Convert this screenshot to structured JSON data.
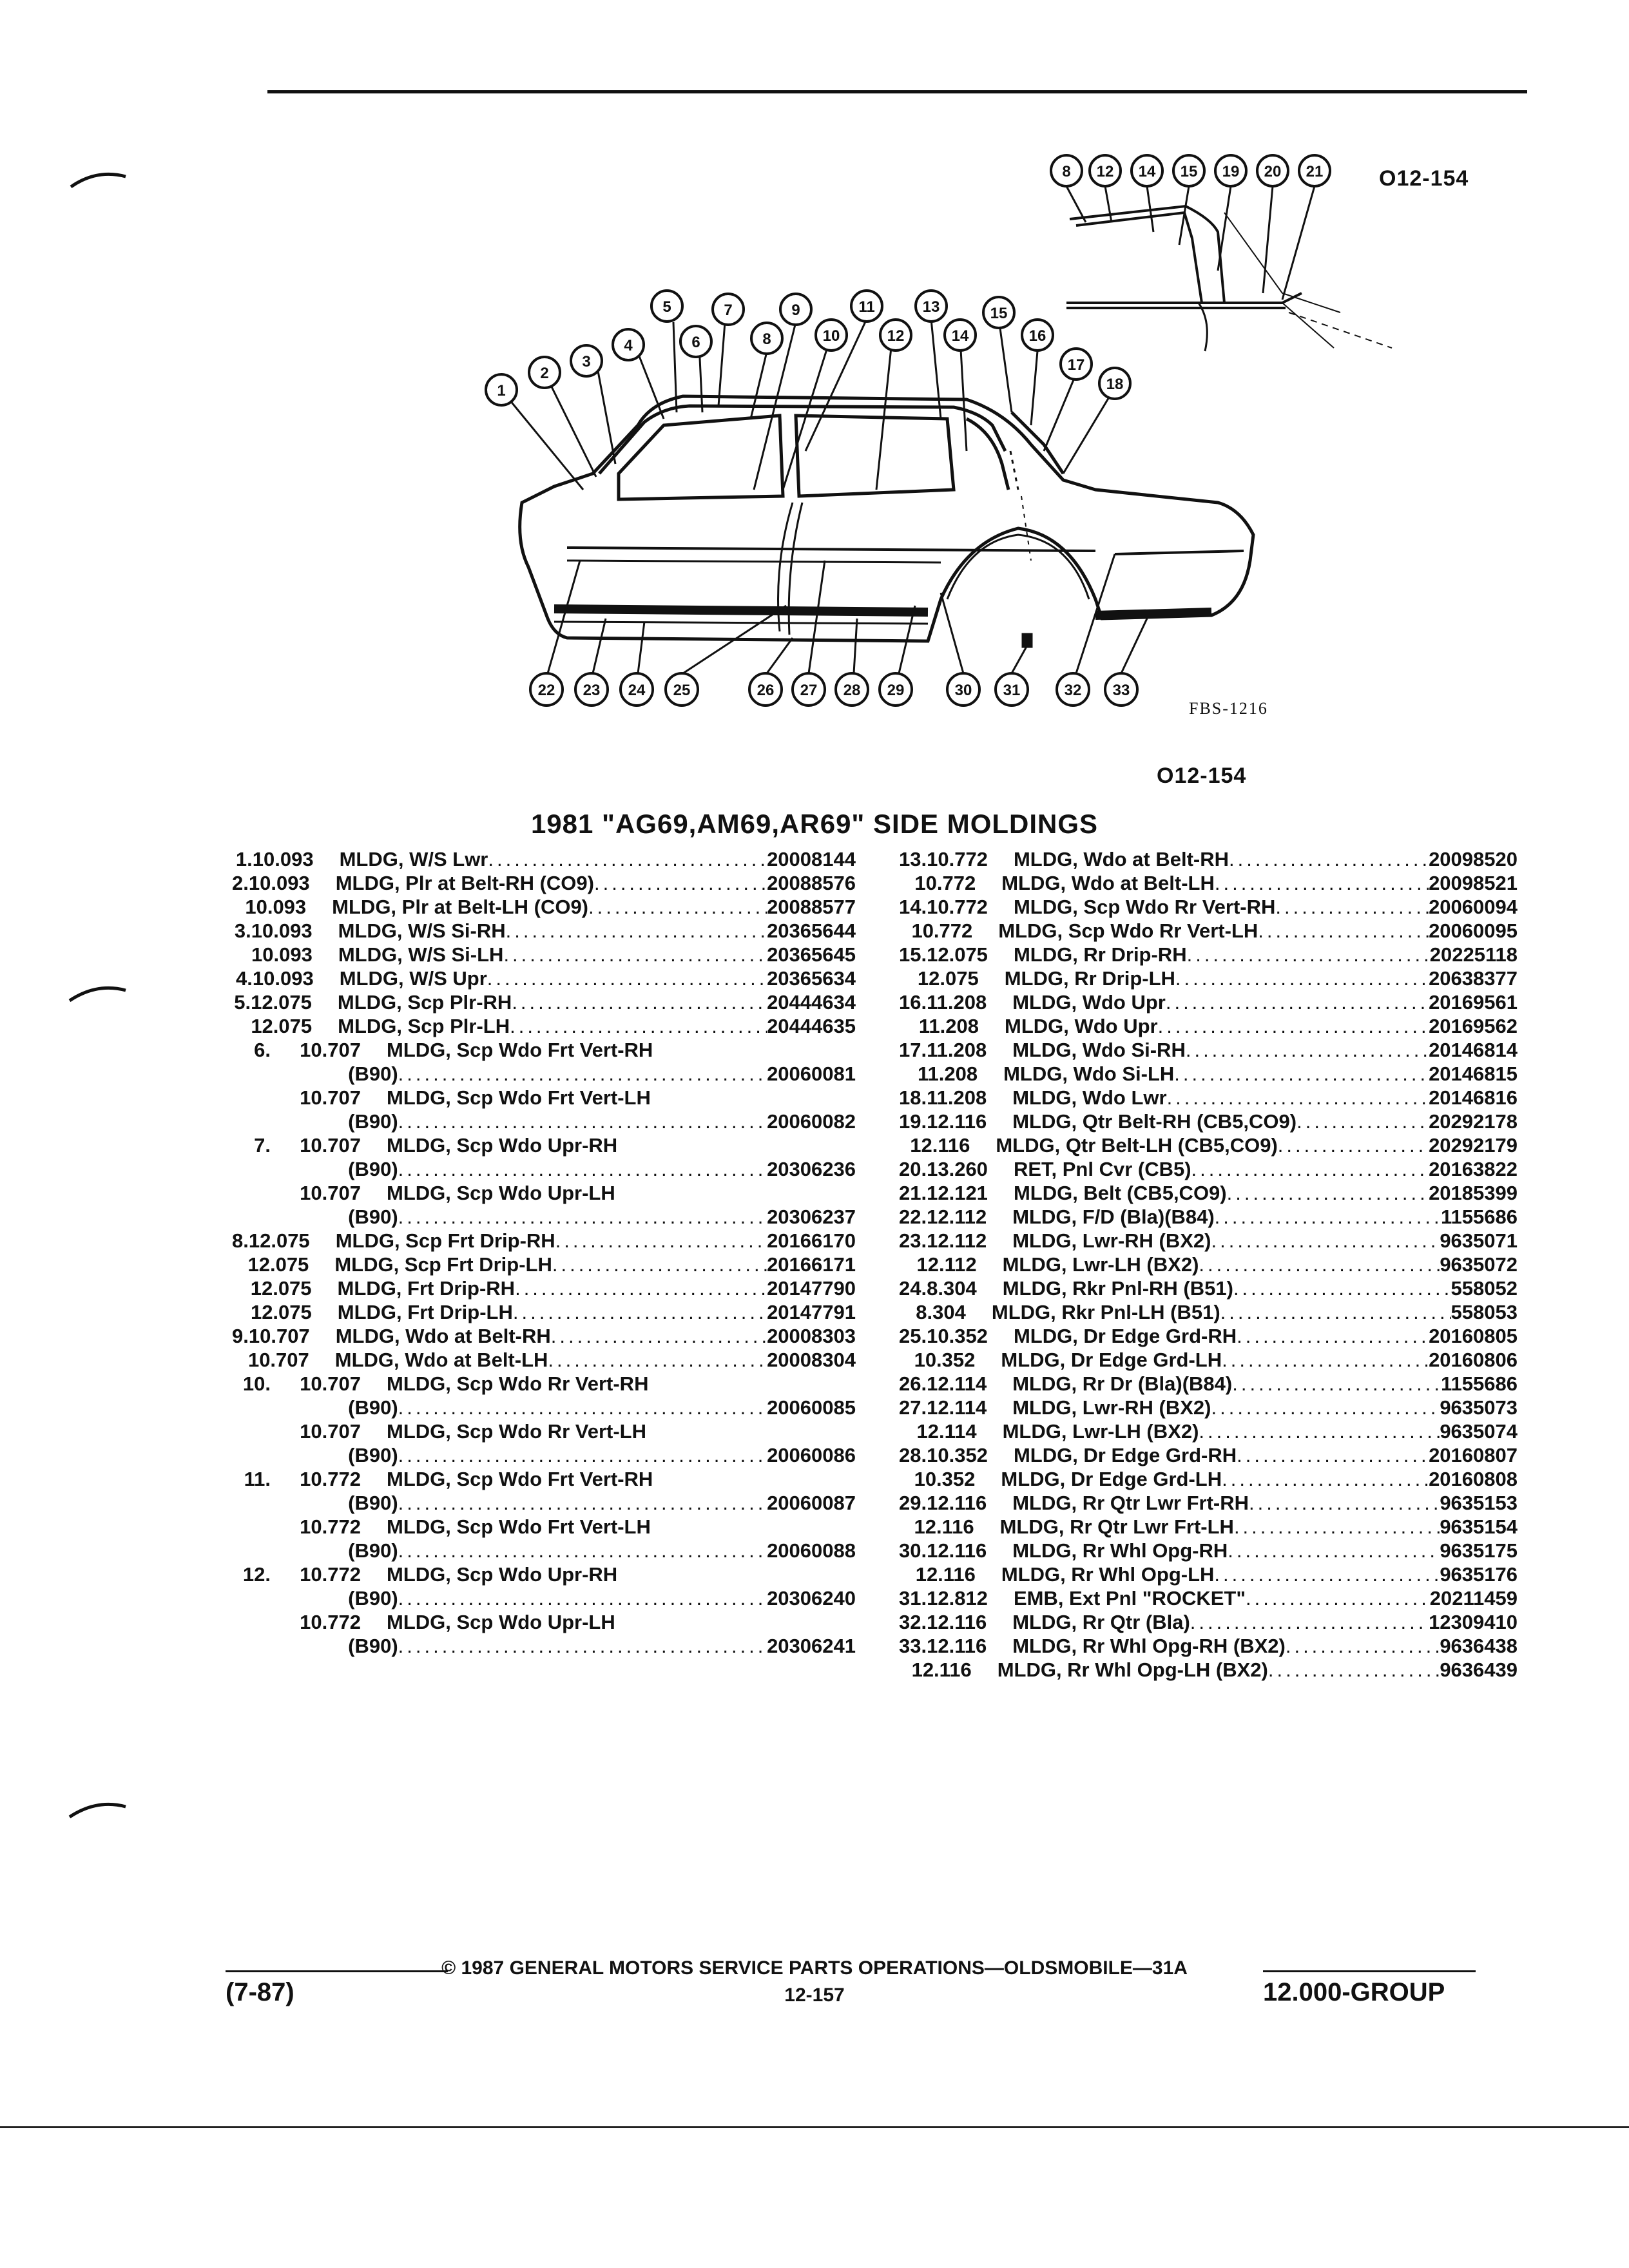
{
  "figure": {
    "code_top": "O12-154",
    "code_bottom": "O12-154",
    "drawing_no": "FBS-1216",
    "callouts": [
      "1",
      "2",
      "3",
      "4",
      "5",
      "6",
      "7",
      "8",
      "9",
      "10",
      "11",
      "12",
      "13",
      "14",
      "15",
      "16",
      "17",
      "18",
      "19",
      "20",
      "21",
      "22",
      "23",
      "24",
      "25",
      "26",
      "27",
      "28",
      "29",
      "30",
      "31",
      "32",
      "33"
    ]
  },
  "title": "1981 \"AG69,AM69,AR69\" SIDE MOLDINGS",
  "left_rows": [
    {
      "num": "1.",
      "group": "10.093",
      "desc": "MLDG, W/S Lwr",
      "part": "20008144"
    },
    {
      "num": "2.",
      "group": "10.093",
      "desc": "MLDG, Plr at Belt-RH (CO9)",
      "part": "20088576"
    },
    {
      "num": "",
      "group": "10.093",
      "desc": "MLDG, Plr at Belt-LH (CO9)",
      "part": "20088577"
    },
    {
      "num": "3.",
      "group": "10.093",
      "desc": "MLDG, W/S Si-RH",
      "part": "20365644"
    },
    {
      "num": "",
      "group": "10.093",
      "desc": "MLDG, W/S Si-LH",
      "part": "20365645"
    },
    {
      "num": "4.",
      "group": "10.093",
      "desc": "MLDG, W/S Upr",
      "part": "20365634"
    },
    {
      "num": "5.",
      "group": "12.075",
      "desc": "MLDG, Scp Plr-RH",
      "part": "20444634"
    },
    {
      "num": "",
      "group": "12.075",
      "desc": "MLDG, Scp Plr-LH",
      "part": "20444635"
    },
    {
      "num": "6.",
      "group": "10.707",
      "desc": "MLDG, Scp Wdo Frt Vert-RH",
      "part": ""
    },
    {
      "num": "",
      "group": "",
      "desc": "(B90)",
      "part": "20060081"
    },
    {
      "num": "",
      "group": "10.707",
      "desc": "MLDG, Scp Wdo Frt Vert-LH",
      "part": ""
    },
    {
      "num": "",
      "group": "",
      "desc": "(B90)",
      "part": "20060082"
    },
    {
      "num": "7.",
      "group": "10.707",
      "desc": "MLDG, Scp Wdo Upr-RH",
      "part": ""
    },
    {
      "num": "",
      "group": "",
      "desc": "(B90)",
      "part": "20306236"
    },
    {
      "num": "",
      "group": "10.707",
      "desc": "MLDG, Scp Wdo Upr-LH",
      "part": ""
    },
    {
      "num": "",
      "group": "",
      "desc": "(B90)",
      "part": "20306237"
    },
    {
      "num": "8.",
      "group": "12.075",
      "desc": "MLDG, Scp Frt Drip-RH",
      "part": "20166170"
    },
    {
      "num": "",
      "group": "12.075",
      "desc": "MLDG, Scp Frt Drip-LH",
      "part": "20166171"
    },
    {
      "num": "",
      "group": "12.075",
      "desc": "MLDG, Frt Drip-RH",
      "part": "20147790"
    },
    {
      "num": "",
      "group": "12.075",
      "desc": "MLDG, Frt Drip-LH",
      "part": "20147791"
    },
    {
      "num": "9.",
      "group": "10.707",
      "desc": "MLDG, Wdo at Belt-RH",
      "part": "20008303"
    },
    {
      "num": "",
      "group": "10.707",
      "desc": "MLDG, Wdo at Belt-LH",
      "part": "20008304"
    },
    {
      "num": "10.",
      "group": "10.707",
      "desc": "MLDG, Scp Wdo Rr Vert-RH",
      "part": ""
    },
    {
      "num": "",
      "group": "",
      "desc": "(B90)",
      "part": "20060085"
    },
    {
      "num": "",
      "group": "10.707",
      "desc": "MLDG, Scp Wdo Rr Vert-LH",
      "part": ""
    },
    {
      "num": "",
      "group": "",
      "desc": "(B90)",
      "part": "20060086"
    },
    {
      "num": "11.",
      "group": "10.772",
      "desc": "MLDG, Scp Wdo Frt Vert-RH",
      "part": ""
    },
    {
      "num": "",
      "group": "",
      "desc": "(B90)",
      "part": "20060087"
    },
    {
      "num": "",
      "group": "10.772",
      "desc": "MLDG, Scp Wdo Frt Vert-LH",
      "part": ""
    },
    {
      "num": "",
      "group": "",
      "desc": "(B90)",
      "part": "20060088"
    },
    {
      "num": "12.",
      "group": "10.772",
      "desc": "MLDG, Scp Wdo Upr-RH",
      "part": ""
    },
    {
      "num": "",
      "group": "",
      "desc": "(B90)",
      "part": "20306240"
    },
    {
      "num": "",
      "group": "10.772",
      "desc": "MLDG, Scp Wdo Upr-LH",
      "part": ""
    },
    {
      "num": "",
      "group": "",
      "desc": "(B90)",
      "part": "20306241"
    }
  ],
  "right_rows": [
    {
      "num": "13.",
      "group": "10.772",
      "desc": "MLDG, Wdo at Belt-RH",
      "part": "20098520"
    },
    {
      "num": "",
      "group": "10.772",
      "desc": "MLDG, Wdo at Belt-LH",
      "part": "20098521"
    },
    {
      "num": "14.",
      "group": "10.772",
      "desc": "MLDG, Scp Wdo Rr Vert-RH",
      "part": "20060094"
    },
    {
      "num": "",
      "group": "10.772",
      "desc": "MLDG, Scp Wdo Rr Vert-LH",
      "part": "20060095"
    },
    {
      "num": "15.",
      "group": "12.075",
      "desc": "MLDG, Rr Drip-RH",
      "part": "20225118"
    },
    {
      "num": "",
      "group": "12.075",
      "desc": "MLDG, Rr Drip-LH",
      "part": "20638377"
    },
    {
      "num": "16.",
      "group": "11.208",
      "desc": "MLDG, Wdo Upr",
      "part": "20169561"
    },
    {
      "num": "",
      "group": "11.208",
      "desc": "MLDG, Wdo Upr",
      "part": "20169562"
    },
    {
      "num": "17.",
      "group": "11.208",
      "desc": "MLDG, Wdo Si-RH",
      "part": "20146814"
    },
    {
      "num": "",
      "group": "11.208",
      "desc": "MLDG, Wdo Si-LH",
      "part": "20146815"
    },
    {
      "num": "18.",
      "group": "11.208",
      "desc": "MLDG, Wdo Lwr",
      "part": "20146816"
    },
    {
      "num": "19.",
      "group": "12.116",
      "desc": "MLDG, Qtr Belt-RH (CB5,CO9)",
      "part": "20292178"
    },
    {
      "num": "",
      "group": "12.116",
      "desc": "MLDG, Qtr Belt-LH (CB5,CO9)",
      "part": "20292179"
    },
    {
      "num": "20.",
      "group": "13.260",
      "desc": "RET, Pnl Cvr (CB5)",
      "part": "20163822"
    },
    {
      "num": "21.",
      "group": "12.121",
      "desc": "MLDG, Belt (CB5,CO9)",
      "part": "20185399"
    },
    {
      "num": "22.",
      "group": "12.112",
      "desc": "MLDG, F/D (Bla)(B84)",
      "part": "1155686"
    },
    {
      "num": "23.",
      "group": "12.112",
      "desc": "MLDG, Lwr-RH (BX2)",
      "part": "9635071"
    },
    {
      "num": "",
      "group": "12.112",
      "desc": "MLDG, Lwr-LH (BX2)",
      "part": "9635072"
    },
    {
      "num": "24.",
      "group": "8.304",
      "desc": "MLDG, Rkr Pnl-RH (B51)",
      "part": "558052"
    },
    {
      "num": "",
      "group": "8.304",
      "desc": "MLDG, Rkr Pnl-LH (B51)",
      "part": "558053"
    },
    {
      "num": "25.",
      "group": "10.352",
      "desc": "MLDG, Dr Edge Grd-RH",
      "part": "20160805"
    },
    {
      "num": "",
      "group": "10.352",
      "desc": "MLDG, Dr Edge Grd-LH",
      "part": "20160806"
    },
    {
      "num": "26.",
      "group": "12.114",
      "desc": "MLDG, Rr Dr (Bla)(B84)",
      "part": "1155686"
    },
    {
      "num": "27.",
      "group": "12.114",
      "desc": "MLDG, Lwr-RH (BX2)",
      "part": "9635073"
    },
    {
      "num": "",
      "group": "12.114",
      "desc": "MLDG, Lwr-LH (BX2)",
      "part": "9635074"
    },
    {
      "num": "28.",
      "group": "10.352",
      "desc": "MLDG, Dr Edge Grd-RH",
      "part": "20160807"
    },
    {
      "num": "",
      "group": "10.352",
      "desc": "MLDG, Dr Edge Grd-LH",
      "part": "20160808"
    },
    {
      "num": "29.",
      "group": "12.116",
      "desc": "MLDG, Rr Qtr Lwr Frt-RH",
      "part": "9635153"
    },
    {
      "num": "",
      "group": "12.116",
      "desc": "MLDG, Rr Qtr Lwr Frt-LH",
      "part": "9635154"
    },
    {
      "num": "30.",
      "group": "12.116",
      "desc": "MLDG, Rr Whl Opg-RH",
      "part": "9635175"
    },
    {
      "num": "",
      "group": "12.116",
      "desc": "MLDG, Rr Whl Opg-LH",
      "part": "9635176"
    },
    {
      "num": "31.",
      "group": "12.812",
      "desc": "EMB, Ext Pnl \"ROCKET\"",
      "part": "20211459"
    },
    {
      "num": "32.",
      "group": "12.116",
      "desc": "MLDG, Rr Qtr (Bla)",
      "part": "12309410"
    },
    {
      "num": "33.",
      "group": "12.116",
      "desc": "MLDG, Rr Whl Opg-RH (BX2)",
      "part": "9636438"
    },
    {
      "num": "",
      "group": "12.116",
      "desc": "MLDG, Rr Whl Opg-LH (BX2)",
      "part": "9636439"
    }
  ],
  "footer": {
    "copyright": "© 1987 GENERAL MOTORS SERVICE PARTS OPERATIONS—OLDSMOBILE—31A",
    "page": "12-157",
    "date": "(7-87)",
    "group": "12.000-GROUP"
  }
}
